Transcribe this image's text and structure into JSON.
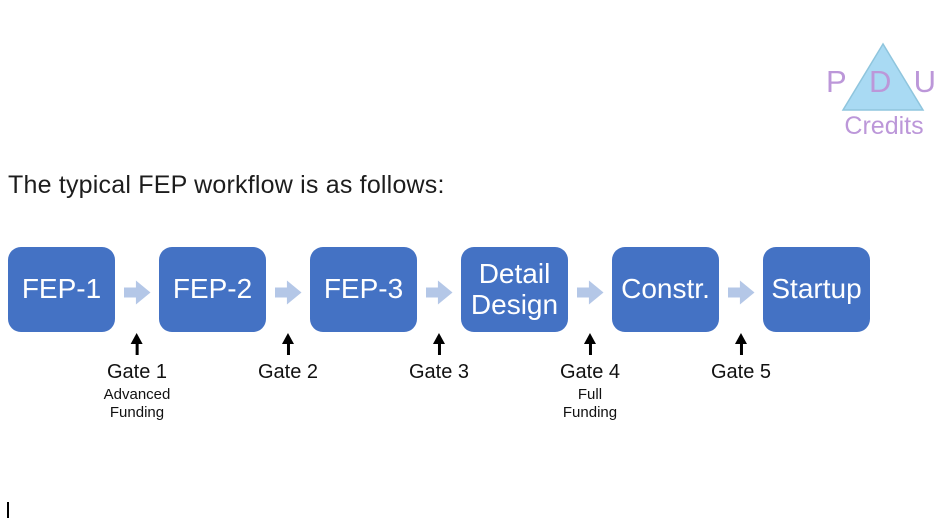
{
  "logo": {
    "letters": [
      "P",
      "D",
      "U"
    ],
    "credits_label": "Credits",
    "triangle_fill": "#A9DAF3",
    "triangle_border": "#8FC5DD",
    "text_color": "#BC97D9"
  },
  "heading": {
    "text": "The typical FEP workflow is as follows:"
  },
  "diagram": {
    "steps": [
      {
        "label": "FEP-1"
      },
      {
        "label": "FEP-2"
      },
      {
        "label": "FEP-3"
      },
      {
        "label": "Detail Design"
      },
      {
        "label": "Constr."
      },
      {
        "label": "Startup"
      }
    ],
    "gates": [
      {
        "label": "Gate 1",
        "sublabel": "Advanced\nFunding"
      },
      {
        "label": "Gate 2",
        "sublabel": ""
      },
      {
        "label": "Gate 3",
        "sublabel": ""
      },
      {
        "label": "Gate 4",
        "sublabel": "Full\nFunding"
      },
      {
        "label": "Gate 5",
        "sublabel": ""
      }
    ],
    "colors": {
      "step_box": "#4472C4",
      "step_text": "#FFFFFF",
      "flow_arrow": "#B4C7E7",
      "gate_arrow": "#000000"
    }
  }
}
